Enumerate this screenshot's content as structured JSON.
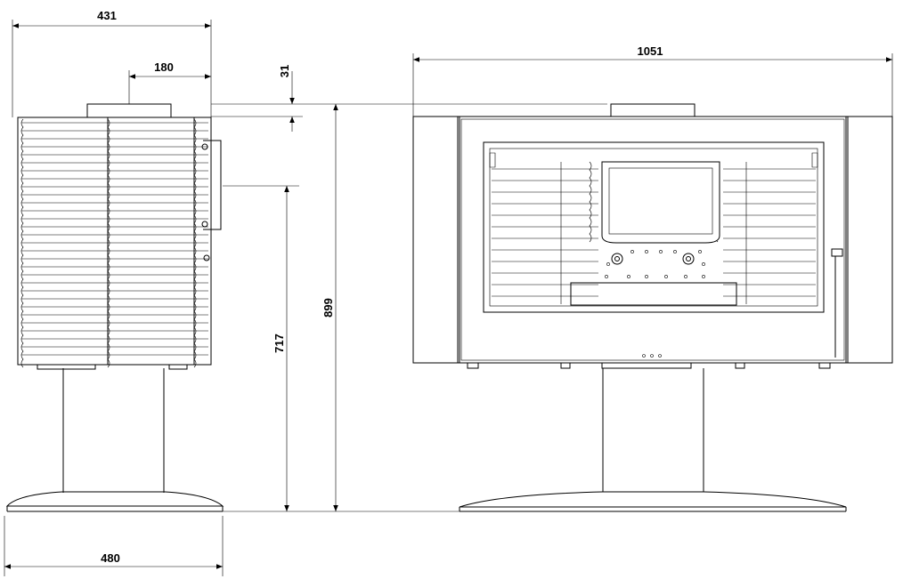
{
  "dimensions": {
    "side_depth": "431",
    "flue_offset": "180",
    "top_gap": "31",
    "outlet_height": "717",
    "total_height": "899",
    "front_width": "1051",
    "base_depth": "480"
  }
}
